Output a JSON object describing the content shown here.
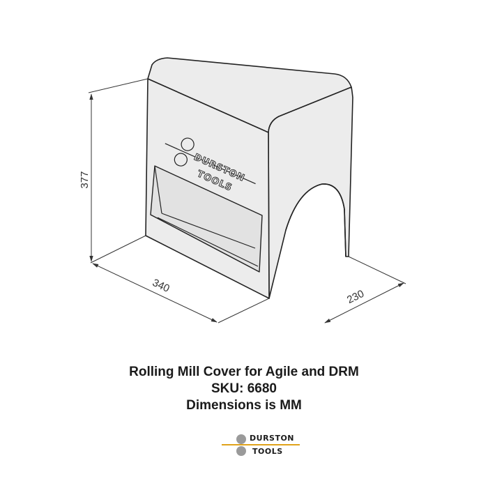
{
  "dimensions": {
    "height": "377",
    "width": "340",
    "depth": "230"
  },
  "product_logo": {
    "line1": "DURSTON",
    "line2": "TOOLS"
  },
  "caption": {
    "title": "Rolling Mill Cover for Agile and DRM",
    "sku": "SKU: 6680",
    "units": "Dimensions is MM"
  },
  "brand_logo": {
    "line1": "DURSTON",
    "line2": "TOOLS",
    "accent_color": "#e0a21a",
    "circle_color": "#9a9a9a"
  },
  "colors": {
    "body_fill": "#ececec",
    "line": "#222222"
  }
}
